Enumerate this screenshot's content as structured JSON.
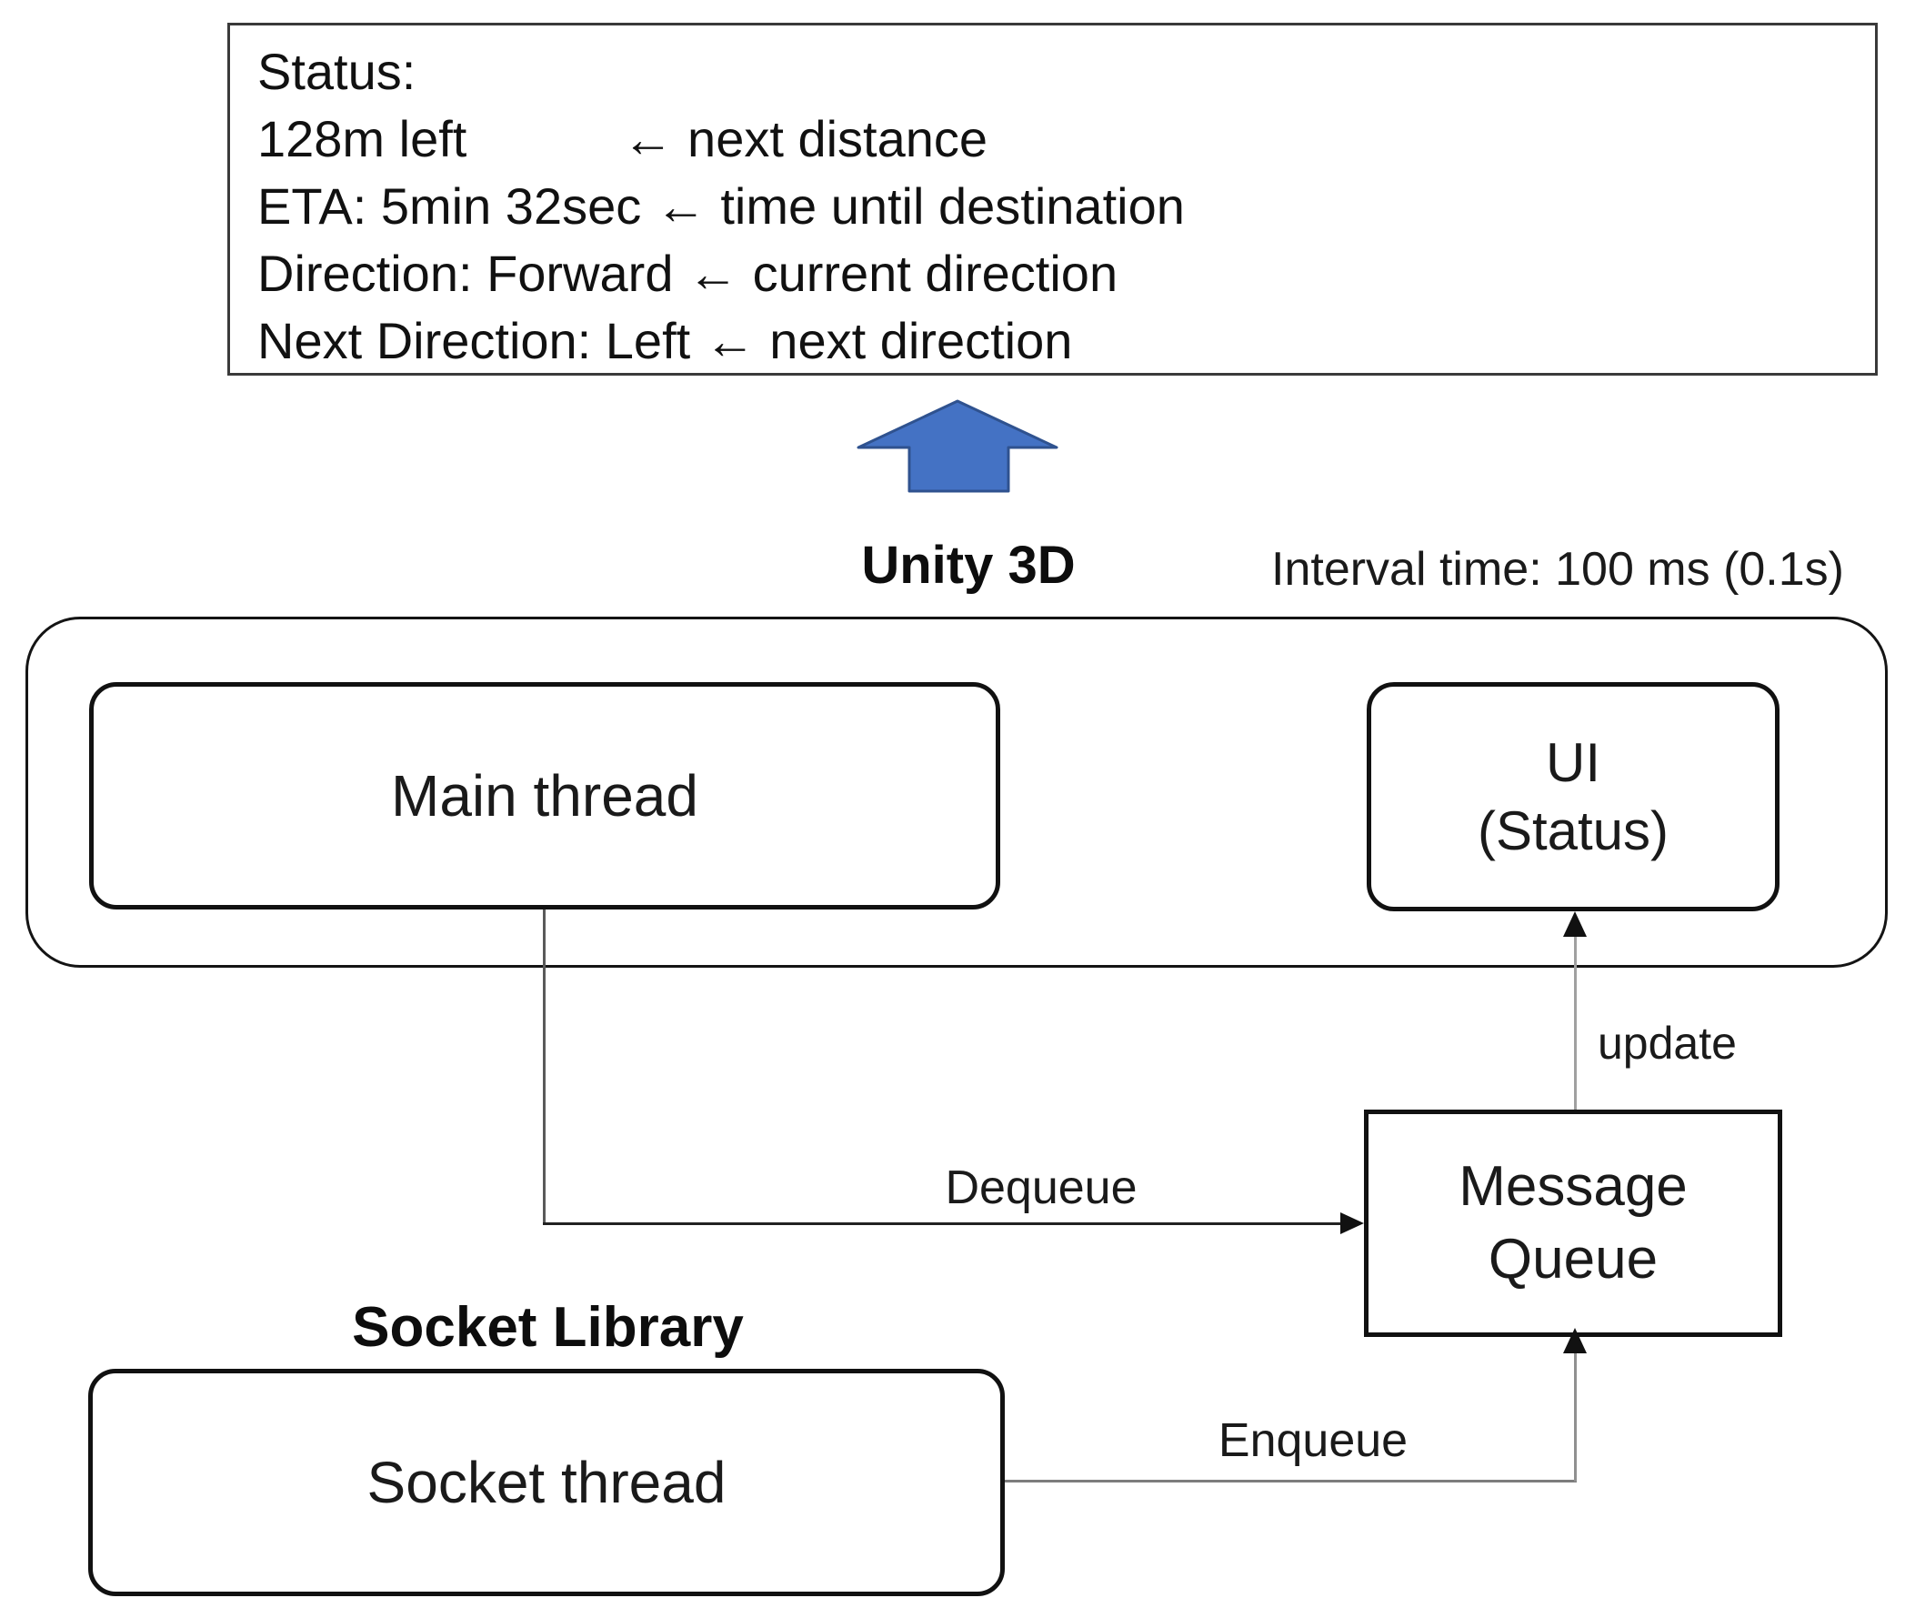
{
  "status_panel": {
    "lines": [
      "Status:",
      "128m left           ← next distance",
      "ETA: 5min 32sec ← time until destination",
      "Direction: Forward ← current direction",
      "Next Direction: Left ← next direction"
    ]
  },
  "labels": {
    "unity": "Unity 3D",
    "interval": "Interval time: 100 ms (0.1s)",
    "socket_library": "Socket Library",
    "dequeue": "Dequeue",
    "update": "update",
    "enqueue": "Enqueue"
  },
  "nodes": {
    "main_thread": {
      "label": "Main thread"
    },
    "ui": {
      "line1": "UI",
      "line2": "(Status)"
    },
    "message_queue": {
      "line1": "Message",
      "line2": "Queue"
    },
    "socket_thread": {
      "label": "Socket thread"
    }
  },
  "colors": {
    "arrow_fill": "#4472c4",
    "arrow_border": "#2f528f"
  }
}
